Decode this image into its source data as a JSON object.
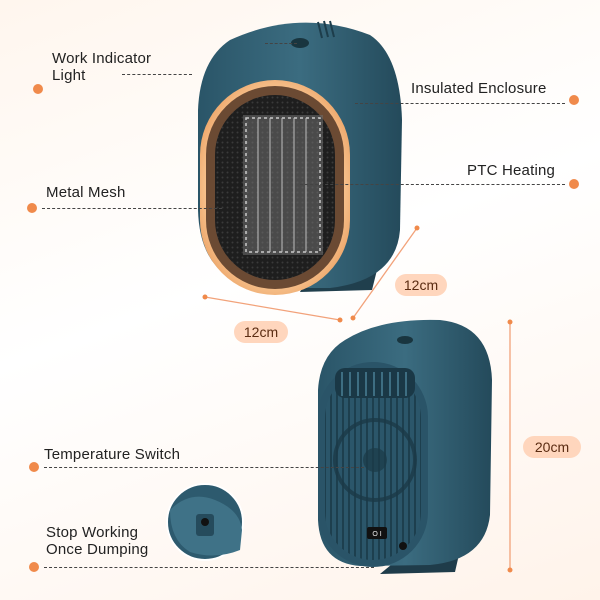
{
  "colors": {
    "accent": "#f08a4b",
    "pill": "#ffd6bd",
    "body": "#2f5b6e",
    "glow": "#f2b279"
  },
  "labels": {
    "work_indicator_line1": "Work Indicator",
    "work_indicator_line2": "Light",
    "insulated_enclosure": "Insulated Enclosure",
    "ptc_heating": "PTC Heating",
    "metal_mesh": "Metal Mesh",
    "temperature_switch": "Temperature Switch",
    "stop_working_line1": "Stop Working",
    "stop_working_line2": "Once Dumping"
  },
  "dimensions": {
    "width_front": "12cm",
    "depth": "12cm",
    "height": "20cm"
  },
  "switch": {
    "text": "O I"
  }
}
